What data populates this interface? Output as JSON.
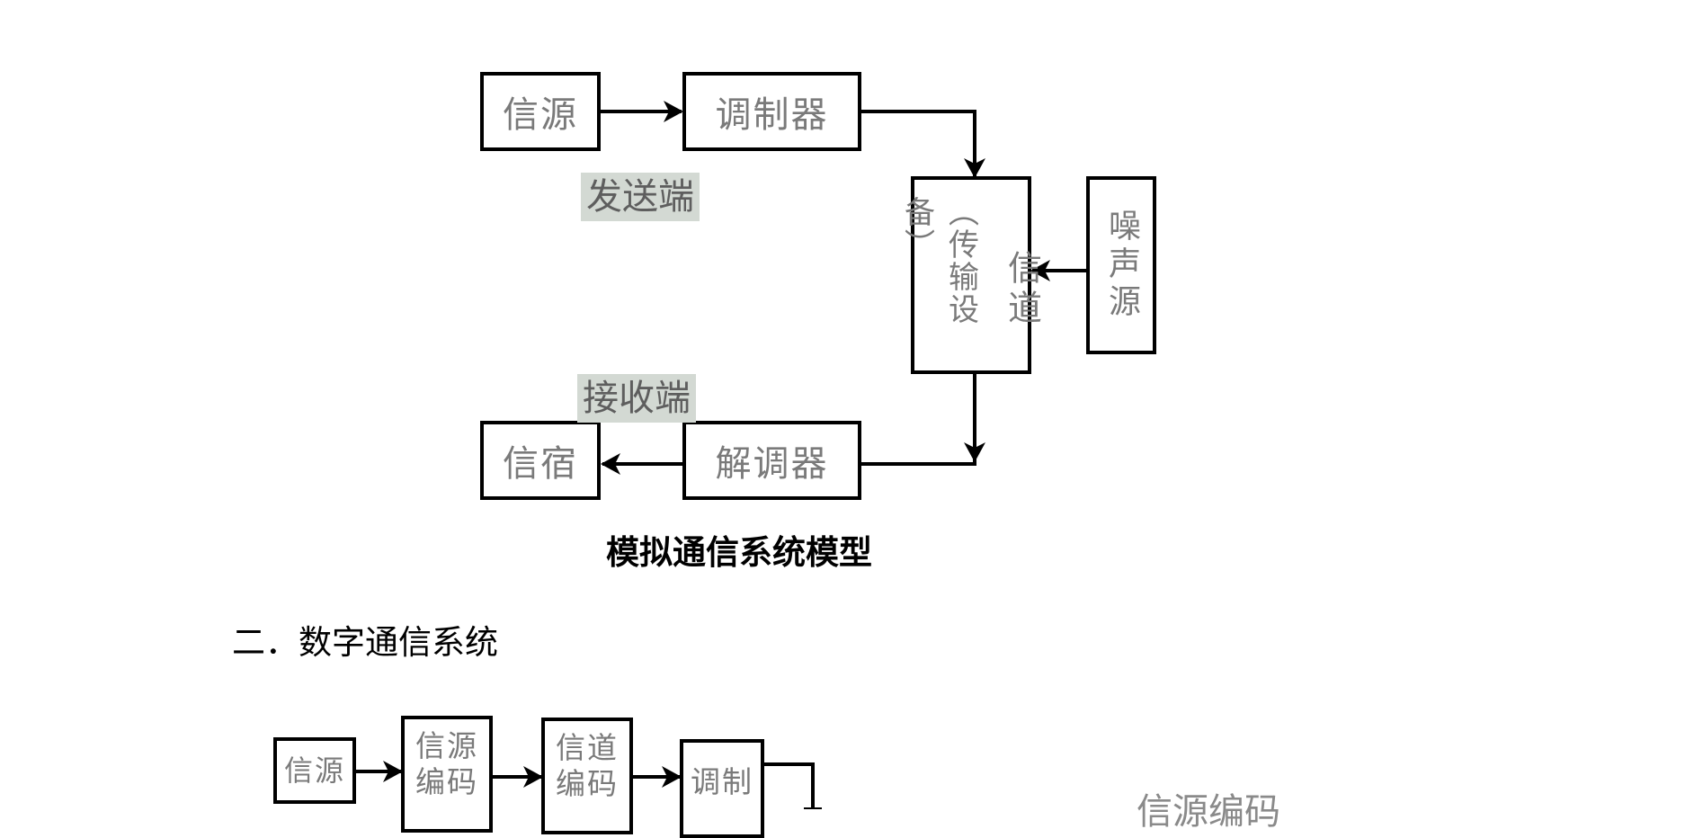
{
  "analog": {
    "source": "信源",
    "modulator": "调制器",
    "channel_main": "信道",
    "channel_sub": "（传输设备）",
    "noise": "噪声源",
    "demodulator": "解调器",
    "sink": "信宿",
    "send_label": "发送端",
    "receive_label": "接收端",
    "caption": "模拟通信系统模型"
  },
  "section_heading": "二．数字通信系统",
  "digital": {
    "source": "信源",
    "source_encode": "信源\n编码",
    "channel_encode": "信道\n编码",
    "modulate": "调制",
    "side_label": "信源编码"
  }
}
